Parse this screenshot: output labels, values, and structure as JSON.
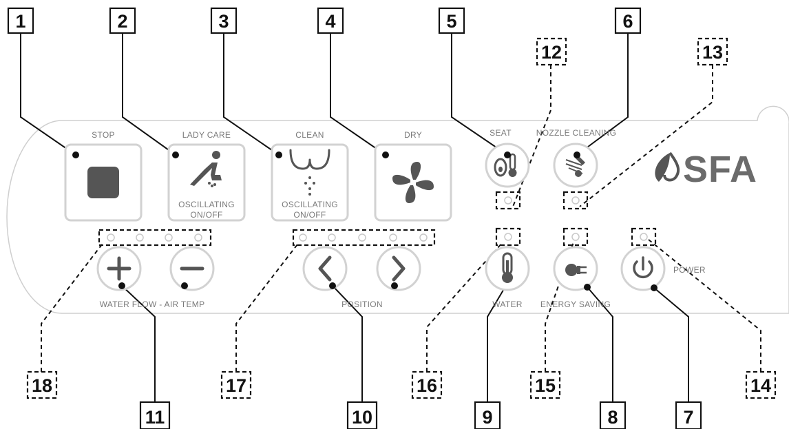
{
  "panel": {
    "brand": "SFA",
    "labels": {
      "stop": "STOP",
      "lady_care": "LADY CARE",
      "clean": "CLEAN",
      "dry": "DRY",
      "seat": "SEAT",
      "nozzle_cleaning": "NOZZLE CLEANING",
      "oscillating_1": "OSCILLATING",
      "on_off_1": "ON/OFF",
      "oscillating_2": "OSCILLATING",
      "on_off_2": "ON/OFF",
      "water_flow_air_temp": "WATER FLOW - AIR TEMP",
      "position": "POSITION",
      "water": "WATER",
      "energy_saving": "ENERGY SAVING",
      "power": "POWER"
    }
  },
  "callouts": {
    "n1": "1",
    "n2": "2",
    "n3": "3",
    "n4": "4",
    "n5": "5",
    "n6": "6",
    "n7": "7",
    "n8": "8",
    "n9": "9",
    "n10": "10",
    "n11": "11",
    "n12": "12",
    "n13": "13",
    "n14": "14",
    "n15": "15",
    "n16": "16",
    "n17": "17",
    "n18": "18"
  },
  "icons": {
    "stop": "square-stop-icon",
    "lady_care": "person-reclining-spray-icon",
    "clean": "bottom-spray-icon",
    "dry": "fan-icon",
    "seat": "seat-thermometer-icon",
    "nozzle_cleaning": "nozzle-clean-icon",
    "plus": "plus-icon",
    "minus": "minus-icon",
    "left": "chevron-left-icon",
    "right": "chevron-right-icon",
    "water": "thermometer-icon",
    "energy_saving": "plug-icon",
    "power": "power-icon",
    "logo": "drop-leaf-logo-icon"
  },
  "colors": {
    "icon_gray": "#555555",
    "button_border": "#d2d2d2",
    "label_gray": "#7a7a7a",
    "callout_black": "#111111"
  }
}
